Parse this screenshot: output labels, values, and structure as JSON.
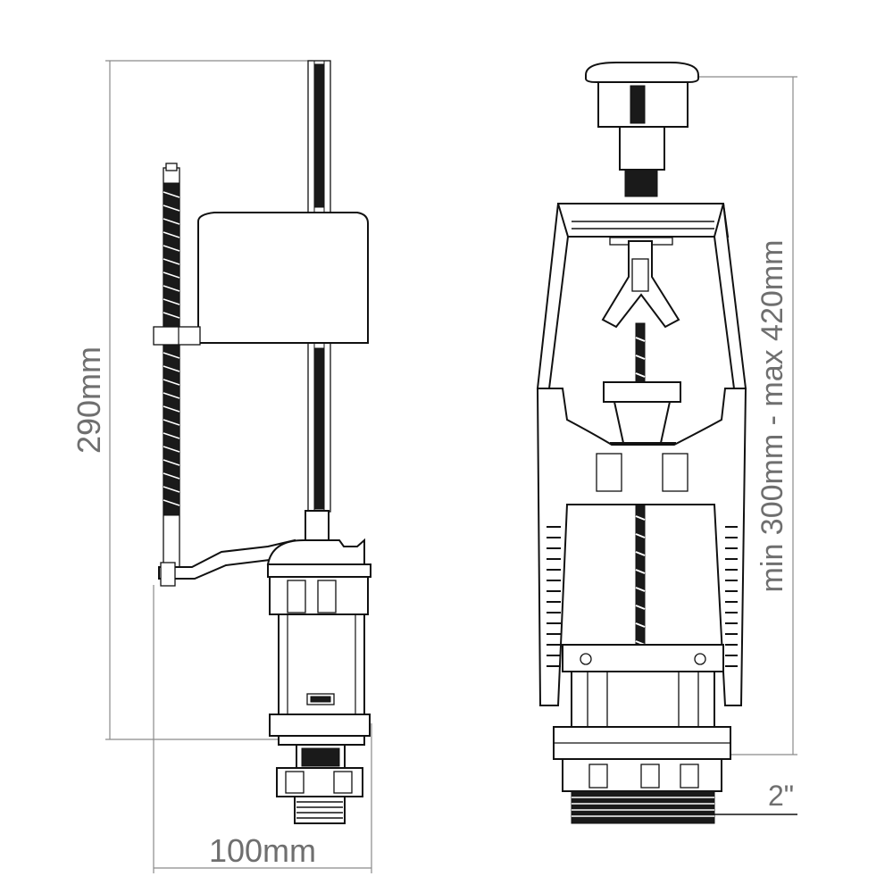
{
  "labels": {
    "inlet_height": "290mm",
    "inlet_width": "100mm",
    "flush_height": "min 300mm - max 420mm",
    "flush_thread": "2\""
  },
  "colors": {
    "outline": "#111111",
    "dimension": "#8a8a8a",
    "dimension_text": "#6f6f6f",
    "background": "#ffffff"
  }
}
